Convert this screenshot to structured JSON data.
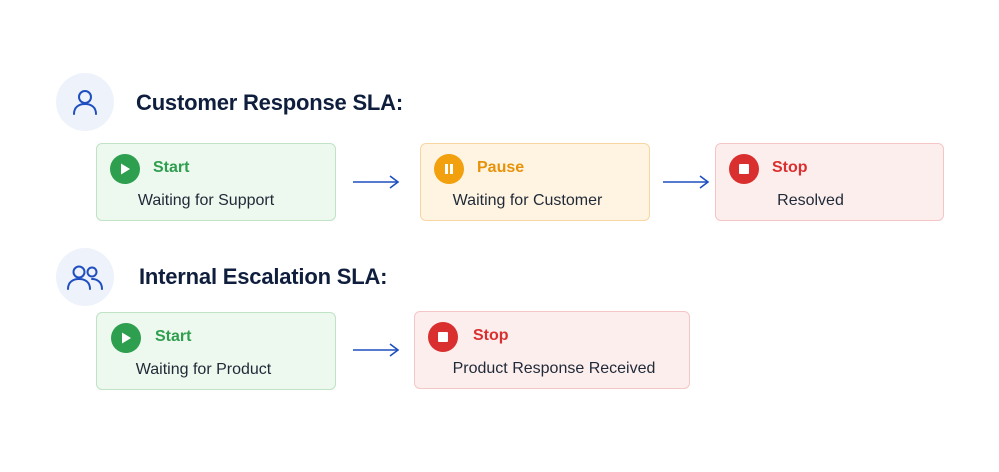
{
  "flows": [
    {
      "title": "Customer Response SLA:",
      "icon": "user-icon",
      "steps": [
        {
          "state": "Start",
          "description": "Waiting for Support",
          "icon": "play-icon",
          "color": "#2e9e4f"
        },
        {
          "state": "Pause",
          "description": "Waiting for Customer",
          "icon": "pause-icon",
          "color": "#f2a00d"
        },
        {
          "state": "Stop",
          "description": "Resolved",
          "icon": "stop-icon",
          "color": "#d9302f"
        }
      ]
    },
    {
      "title": "Internal Escalation SLA:",
      "icon": "users-icon",
      "steps": [
        {
          "state": "Start",
          "description": "Waiting for Product",
          "icon": "play-icon",
          "color": "#2e9e4f"
        },
        {
          "state": "Stop",
          "description": "Product Response Received",
          "icon": "stop-icon",
          "color": "#d9302f"
        }
      ]
    }
  ],
  "arrow_color": "#1f4fbf"
}
